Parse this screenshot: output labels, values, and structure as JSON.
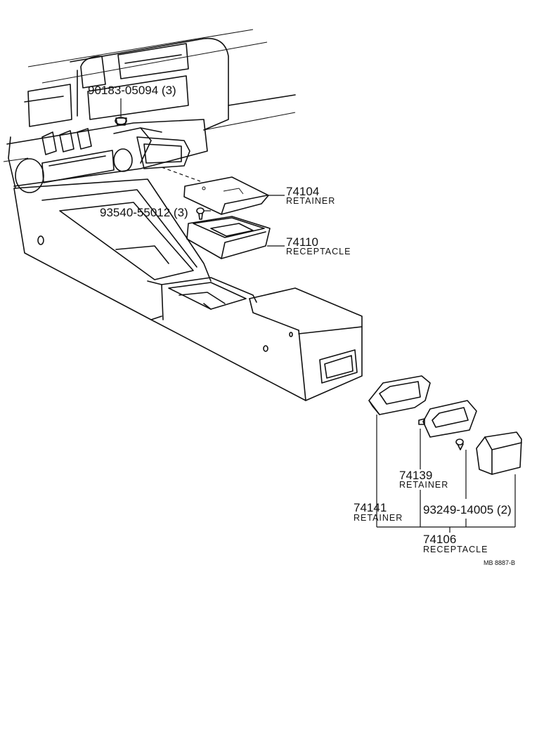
{
  "labels": {
    "p90183": {
      "number": "90183-05094 (3)"
    },
    "p74104": {
      "number": "74104",
      "name": "RETAINER"
    },
    "p93540": {
      "number": "93540-55012 (3)"
    },
    "p74110": {
      "number": "74110",
      "name": "RECEPTACLE"
    },
    "p74139": {
      "number": "74139",
      "name": "RETAINER"
    },
    "p74141": {
      "number": "74141",
      "name": "RETAINER"
    },
    "p93249": {
      "number": "93249-14005 (2)"
    },
    "p74106": {
      "number": "74106",
      "name": "RECEPTACLE"
    }
  },
  "drawing_ref": "MB 8887-B"
}
